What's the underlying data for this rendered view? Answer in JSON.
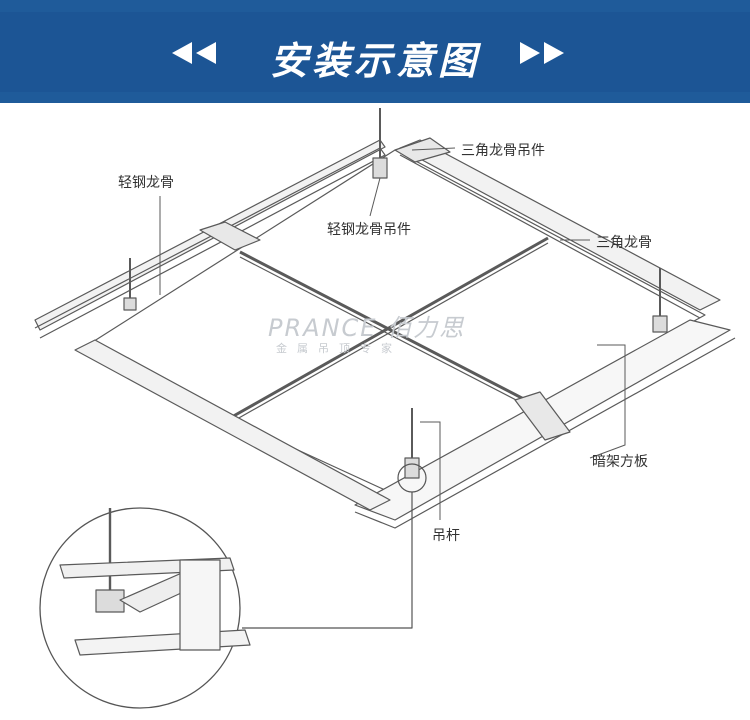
{
  "header": {
    "title": "安装示意图",
    "left_arrows_icon": "double-left-triangle",
    "right_arrows_icon": "double-right-triangle",
    "background_color": "#1c5595"
  },
  "labels": {
    "light_steel_keel": "轻钢龙骨",
    "light_steel_keel_hanger": "轻钢龙骨吊件",
    "triangle_keel_hanger": "三角龙骨吊件",
    "triangle_keel": "三角龙骨",
    "concealed_panel": "暗架方板",
    "hanging_rod": "吊杆"
  },
  "watermark": {
    "brand": "PRANCE 佰力思",
    "tagline": "金属吊顶专家"
  }
}
